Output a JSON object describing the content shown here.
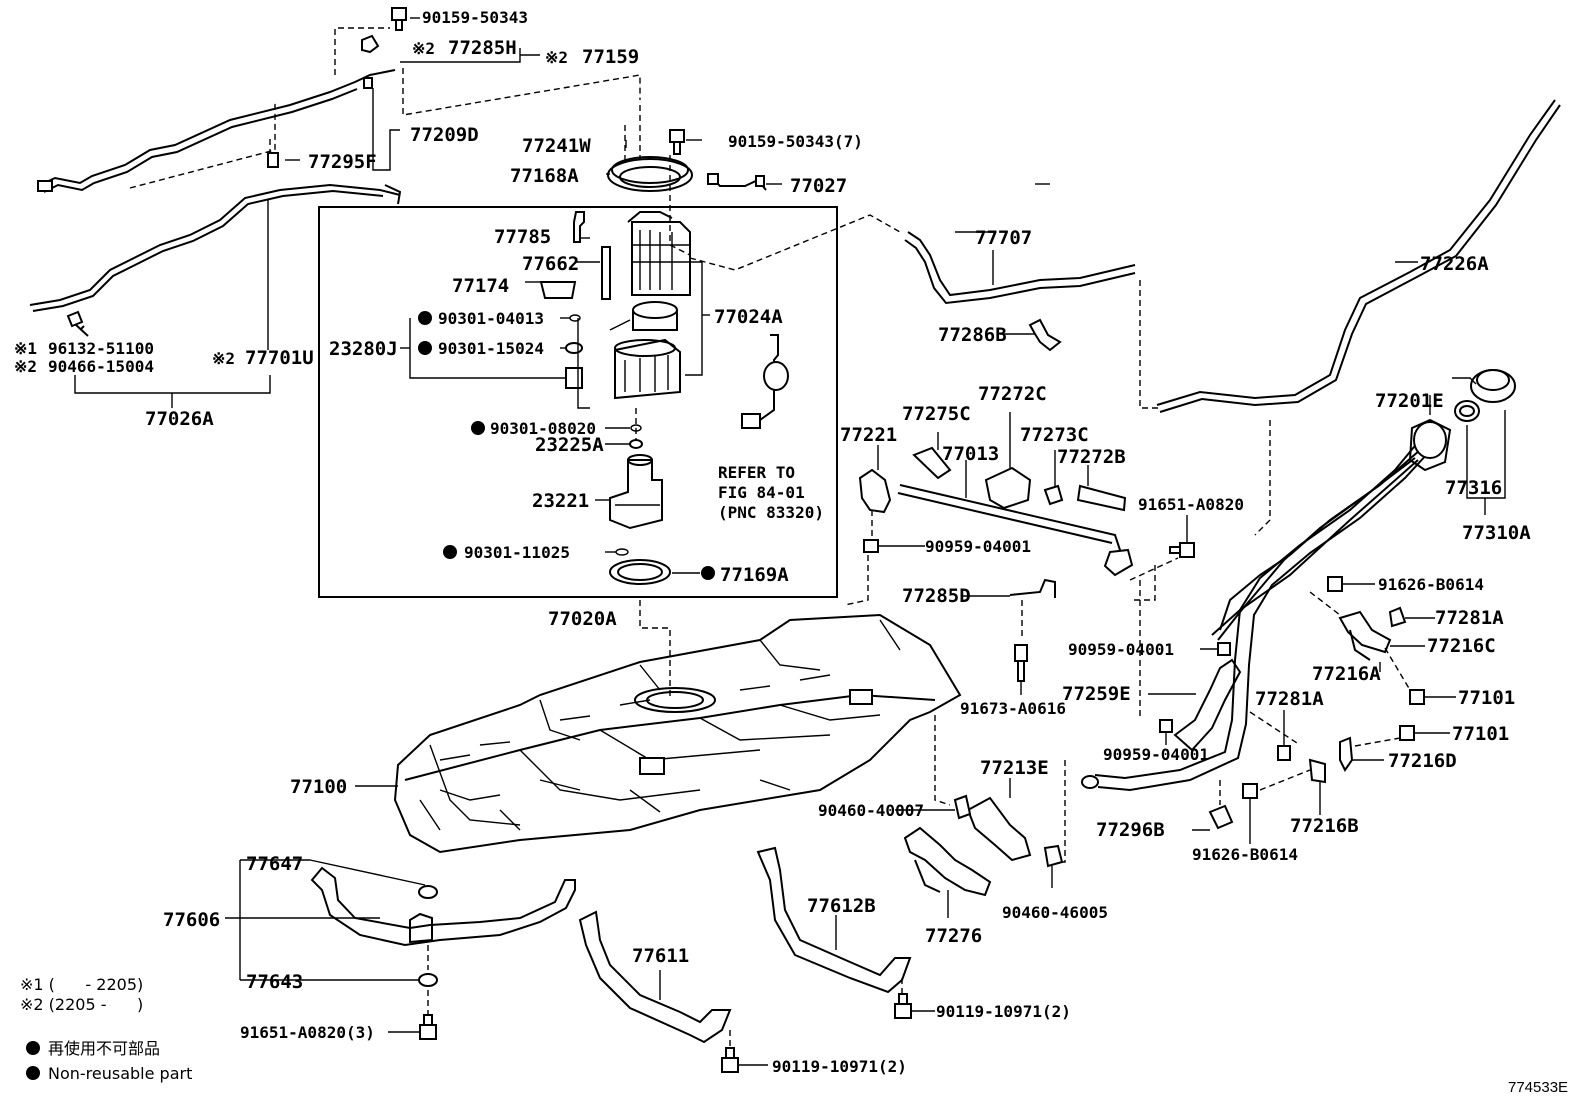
{
  "labels": {
    "l_90159_50343_top": "90159-50343",
    "l_77285H": "77285H",
    "l_77285H_mark": "※2",
    "l_77159": "77159",
    "l_77159_mark": "※2",
    "l_77209D": "77209D",
    "l_77241W": "77241W",
    "l_90159_50343_7": "90159-50343(7)",
    "l_77295F": "77295F",
    "l_77168A": "77168A",
    "l_77027": "77027",
    "l_77785": "77785",
    "l_77662": "77662",
    "l_77174": "77174",
    "l_77024A": "77024A",
    "l_90301_04013": "90301-04013",
    "l_23280J": "23280J",
    "l_90301_15024": "90301-15024",
    "l_96132_51100": "96132-51100",
    "l_96132_mark": "※1",
    "l_90466_15004": "90466-15004",
    "l_90466_mark": "※2",
    "l_77701U": "77701U",
    "l_77701U_mark": "※2",
    "l_77026A": "77026A",
    "l_90301_08020": "90301-08020",
    "l_23225A": "23225A",
    "l_refer_1": "REFER TO",
    "l_refer_2": "FIG 84-01",
    "l_refer_3": "(PNC 83320)",
    "l_23221": "23221",
    "l_90301_11025": "90301-11025",
    "l_77169A": "77169A",
    "l_77020A": "77020A",
    "l_77707": "77707",
    "l_77226A": "77226A",
    "l_77286B": "77286B",
    "l_77201E": "77201E",
    "l_77272C": "77272C",
    "l_77275C": "77275C",
    "l_77273C": "77273C",
    "l_77221": "77221",
    "l_77013": "77013",
    "l_77272B": "77272B",
    "l_77316": "77316",
    "l_91651_A0820": "91651-A0820",
    "l_77310A": "77310A",
    "l_90959_04001_a": "90959-04001",
    "l_91626_B0614_a": "91626-B0614",
    "l_77285D": "77285D",
    "l_77281A_a": "77281A",
    "l_77216C": "77216C",
    "l_90959_04001_b": "90959-04001",
    "l_77216A": "77216A",
    "l_77259E": "77259E",
    "l_77101_a": "77101",
    "l_91673_A0616": "91673-A0616",
    "l_77281A_b": "77281A",
    "l_77101_b": "77101",
    "l_90959_04001_c": "90959-04001",
    "l_77216D": "77216D",
    "l_77100": "77100",
    "l_77213E": "77213E",
    "l_77216B": "77216B",
    "l_90460_40007": "90460-40007",
    "l_77296B": "77296B",
    "l_91626_B0614_b": "91626-B0614",
    "l_77647": "77647",
    "l_77612B": "77612B",
    "l_90460_46005": "90460-46005",
    "l_77606": "77606",
    "l_77611": "77611",
    "l_77276": "77276",
    "l_77643": "77643",
    "l_90119_10971_a": "90119-10971(2)",
    "l_91651_A0820_3": "91651-A0820(3)",
    "l_90119_10971_b": "90119-10971(2)"
  },
  "legend": {
    "note1": "※1 (      - 2205)",
    "note2": "※2 (2205 -      )",
    "nonreusable_jp": "再使用不可部品",
    "nonreusable_en": "Non-reusable part"
  },
  "figure_code": "774533E"
}
